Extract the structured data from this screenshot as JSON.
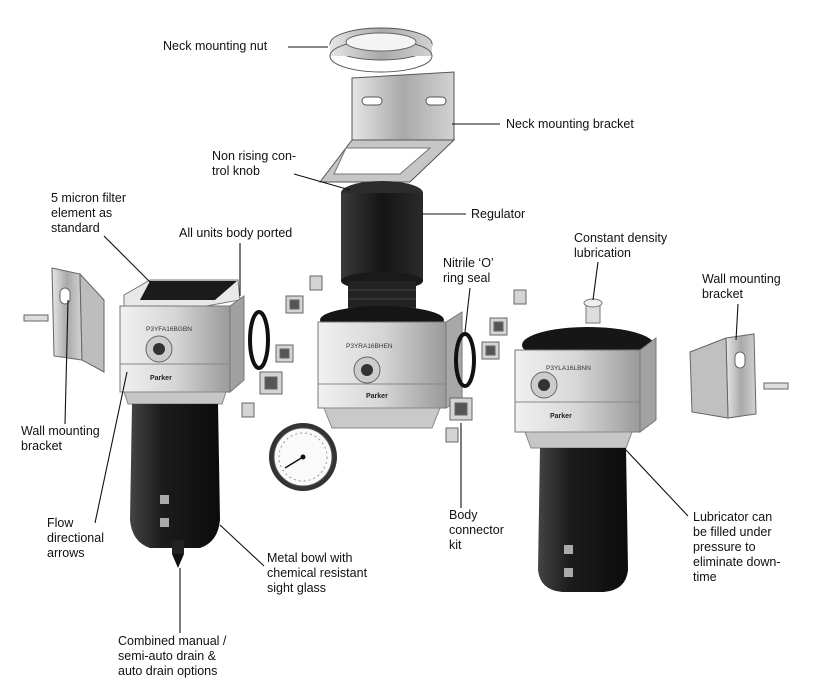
{
  "callouts": {
    "neck_nut": "Neck mounting nut",
    "neck_bracket": "Neck mounting bracket",
    "knob": "Non rising con-\ntrol knob",
    "regulator": "Regulator",
    "filter_element": "5 micron filter\nelement as\nstandard",
    "body_ported": "All units body ported",
    "oring": "Nitrile ‘O’\nring seal",
    "density": "Constant density\nlubrication",
    "wall_bracket_right": "Wall mounting\nbracket",
    "wall_bracket_left": "Wall mounting\nbracket",
    "flow_arrows": "Flow\ndirectional\narrows",
    "body_kit": "Body\nconnector\nkit",
    "lubricator_fill": "Lubricator can\nbe filled under\npressure to\neliminate down-\ntime",
    "metal_bowl": "Metal bowl with\nchemical resistant\nsight glass",
    "drain": "Combined manual /\nsemi-auto drain &\nauto drain options"
  },
  "product_marks": {
    "filter_model": "P3YFA16BGBN",
    "regulator_model": "P3YRA16BHEN",
    "lubricator_model": "P3YLA16LBNN",
    "brand": "Parker"
  },
  "colors": {
    "body": "#d9d9d9",
    "bowl": "#2a2a2a",
    "knob": "#1f1f1f",
    "metal": "#b8b8b8",
    "label_text": "#111111"
  }
}
